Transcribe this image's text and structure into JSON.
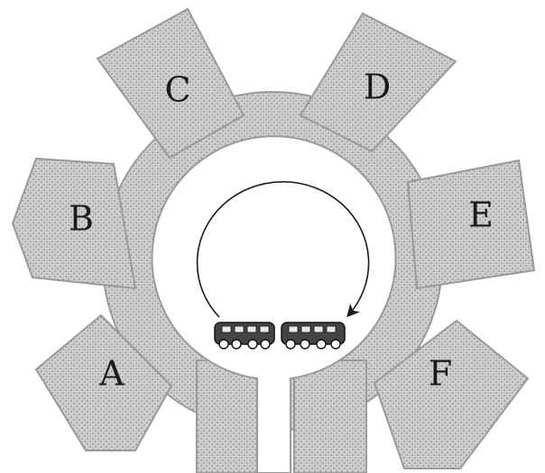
{
  "diagram": {
    "type": "gear-shaped circular track with six bays",
    "bays": [
      {
        "id": "A",
        "label": "A"
      },
      {
        "id": "B",
        "label": "B"
      },
      {
        "id": "C",
        "label": "C"
      },
      {
        "id": "D",
        "label": "D"
      },
      {
        "id": "E",
        "label": "E"
      },
      {
        "id": "F",
        "label": "F"
      }
    ],
    "train": {
      "cars": 2,
      "direction": "clockwise"
    },
    "colors": {
      "fill": "#c8c8c8",
      "stroke": "#9a9a9a",
      "ink": "#1a1a1a"
    }
  }
}
